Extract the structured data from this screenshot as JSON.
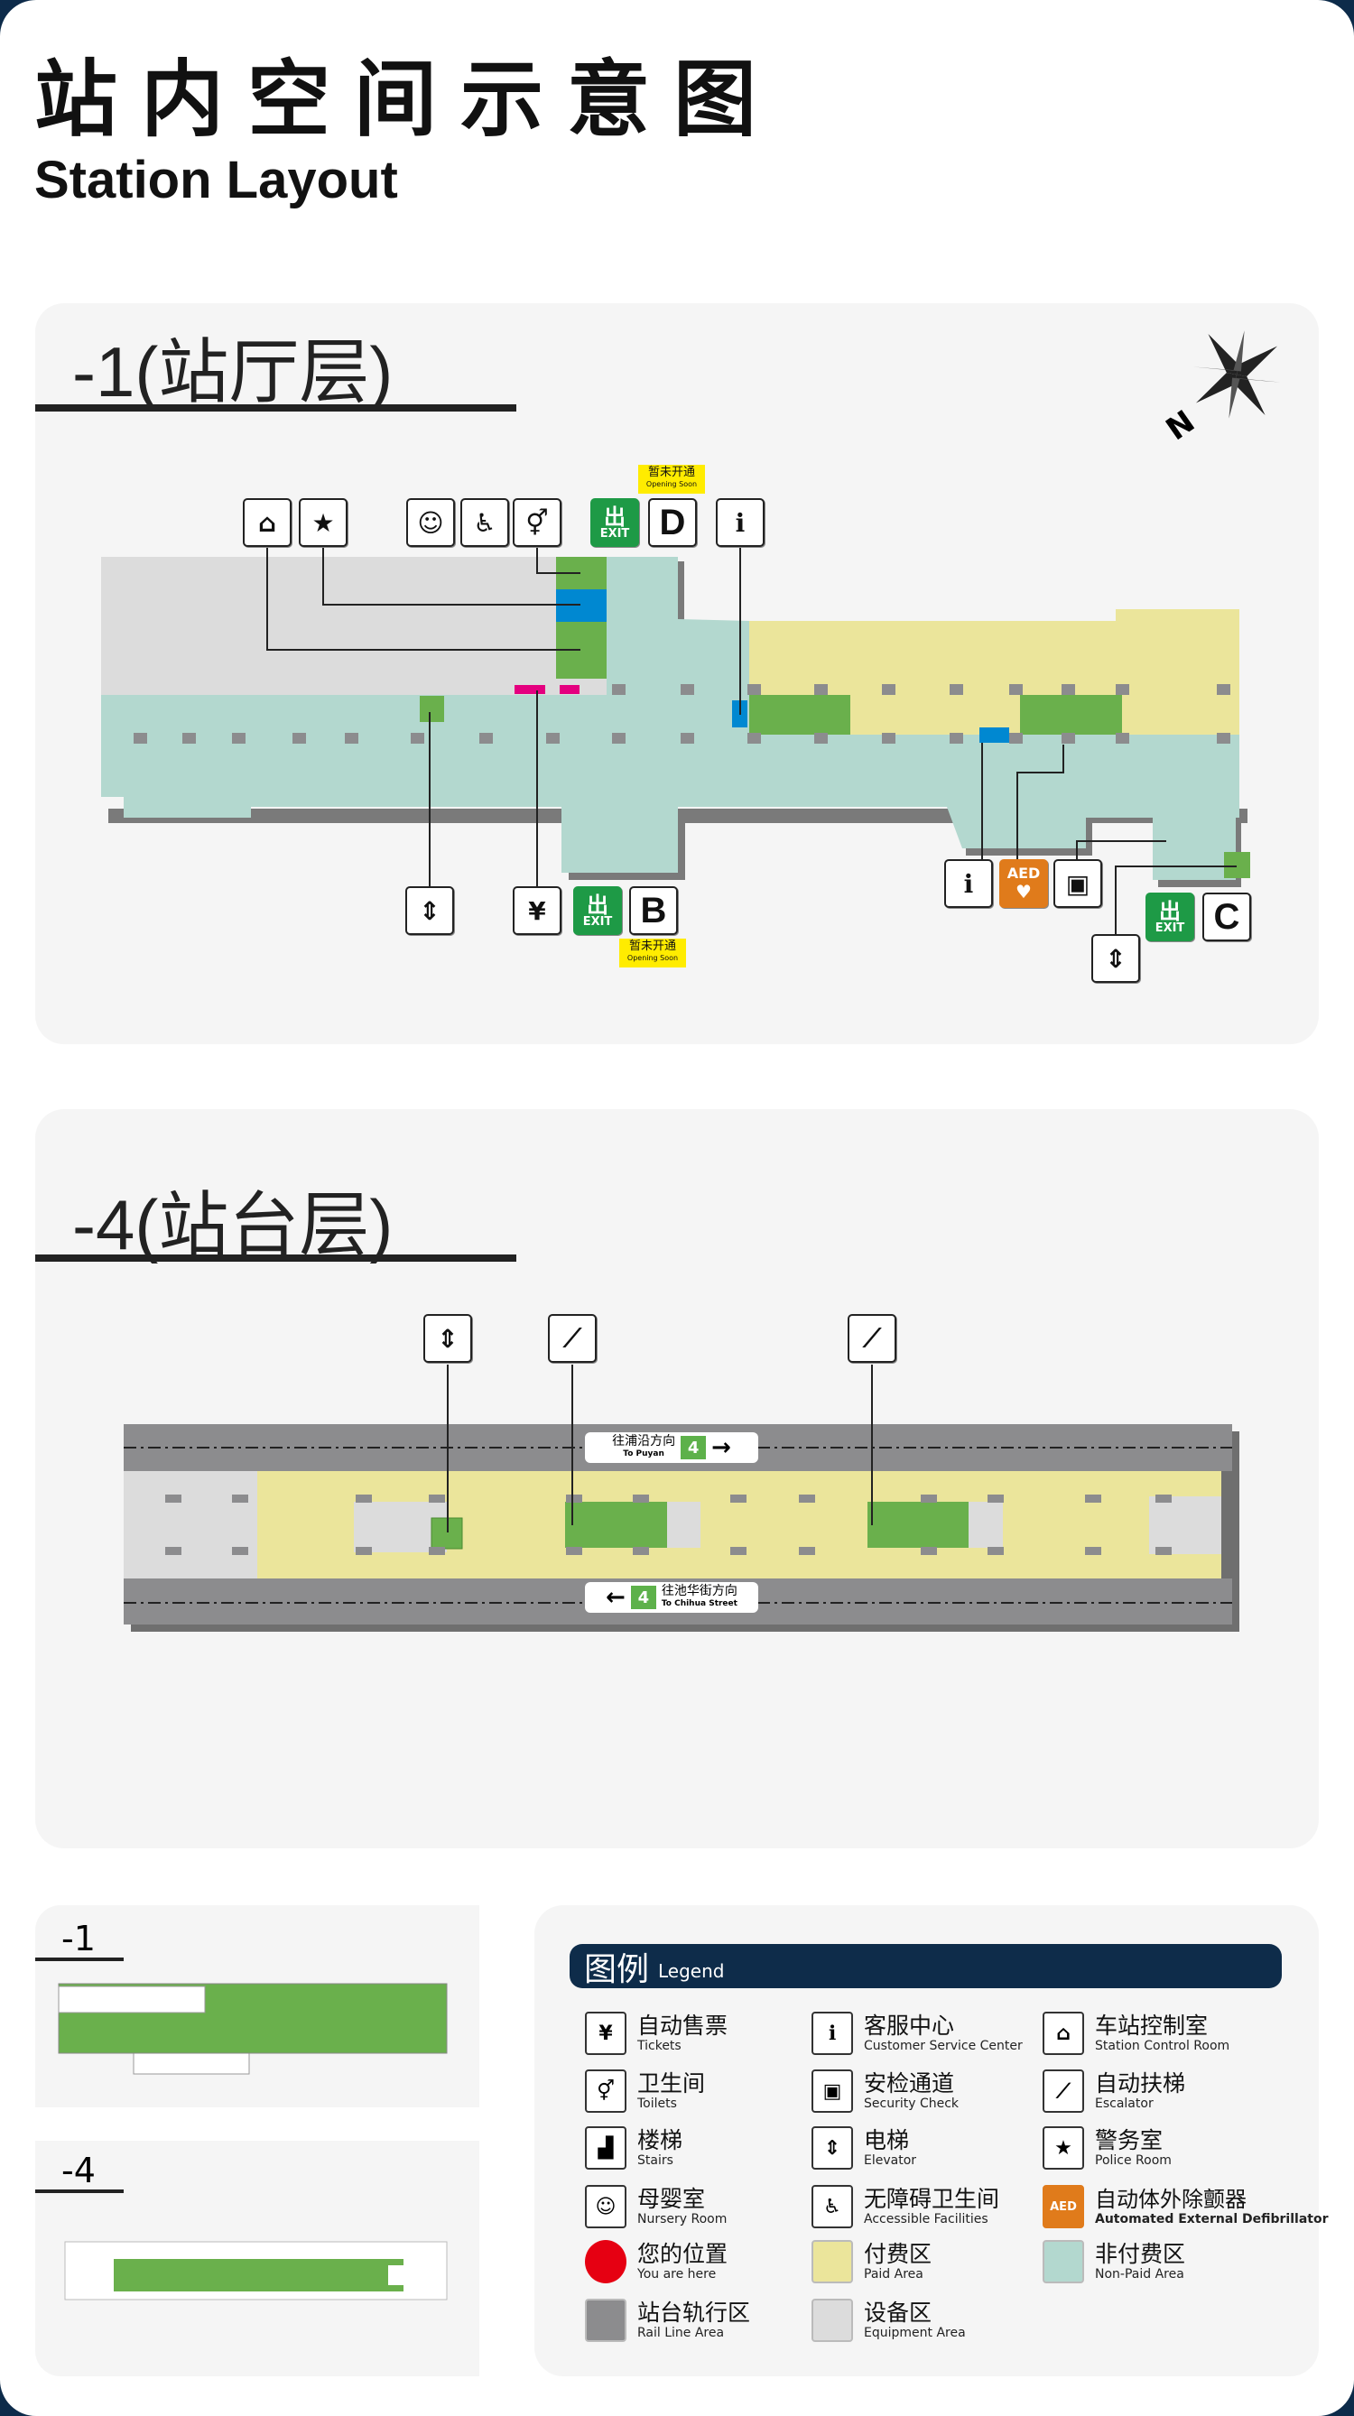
{
  "header": {
    "title_cn": "站内空间示意图",
    "title_en": "Station Layout"
  },
  "floor_concourse": {
    "title": "-1(站厅层)",
    "compass_label": "N",
    "top_icons": [
      "station-control-room",
      "police-room",
      "nursery-room",
      "accessible-facilities",
      "toilets",
      "exit",
      "D",
      "customer-service-center"
    ],
    "bottom_icons": [
      "elevator",
      "tickets",
      "exit",
      "B"
    ],
    "right_icons": [
      "customer-service-center",
      "aed",
      "security-check"
    ],
    "exit_c": [
      "elevator",
      "exit",
      "C"
    ],
    "opening_soon": {
      "cn": "暂未开通",
      "en": "Opening Soon"
    },
    "exit_label": "EXIT",
    "exit_glyph": "出",
    "aed_label": "AED"
  },
  "floor_platform": {
    "title": "-4(站台层)",
    "icons": [
      "elevator",
      "escalator",
      "escalator"
    ],
    "to_puyan": {
      "cn": "往浦沿方向",
      "en": "To Puyan",
      "line": "4"
    },
    "to_chihua": {
      "cn": "往池华街方向",
      "en": "To Chihua Street",
      "line": "4"
    }
  },
  "minimaps": [
    {
      "label": "-1"
    },
    {
      "label": "-4"
    }
  ],
  "legend": {
    "title_cn": "图例",
    "title_en": "Legend",
    "items": [
      {
        "cn": "自动售票",
        "en": "Tickets",
        "icon": "tickets"
      },
      {
        "cn": "客服中心",
        "en": "Customer Service Center",
        "icon": "customer-service-center"
      },
      {
        "cn": "车站控制室",
        "en": "Station Control Room",
        "icon": "station-control-room"
      },
      {
        "cn": "卫生间",
        "en": "Toilets",
        "icon": "toilets"
      },
      {
        "cn": "安检通道",
        "en": "Security Check",
        "icon": "security-check"
      },
      {
        "cn": "自动扶梯",
        "en": "Escalator",
        "icon": "escalator"
      },
      {
        "cn": "楼梯",
        "en": "Stairs",
        "icon": "stairs"
      },
      {
        "cn": "电梯",
        "en": "Elevator",
        "icon": "elevator"
      },
      {
        "cn": "警务室",
        "en": "Police Room",
        "icon": "police-room"
      },
      {
        "cn": "母婴室",
        "en": "Nursery Room",
        "icon": "nursery-room"
      },
      {
        "cn": "无障碍卫生间",
        "en": "Accessible Facilities",
        "icon": "accessible-facilities"
      },
      {
        "cn": "自动体外除颤器",
        "en": "Automated External Defibrillator",
        "icon": "aed"
      },
      {
        "cn": "您的位置",
        "en": "You are here",
        "swatch": "#e60012"
      },
      {
        "cn": "付费区",
        "en": "Paid Area",
        "swatch": "#ebe59b"
      },
      {
        "cn": "非付费区",
        "en": "Non-Paid Area",
        "swatch": "#b3d8cf"
      },
      {
        "cn": "站台轨行区",
        "en": "Rail Line Area",
        "swatch": "#8c8c8e"
      },
      {
        "cn": "设备区",
        "en": "Equipment Area",
        "swatch": "#dcdcdc"
      }
    ]
  },
  "colors": {
    "paid": "#ebe59b",
    "nonpaid": "#b3d8cf",
    "equipment": "#dcdcdc",
    "rail": "#8c8c8e",
    "green": "#6ab04c",
    "blue": "#0088d1",
    "magenta": "#e4007f",
    "navy": "#0e2c4a"
  }
}
